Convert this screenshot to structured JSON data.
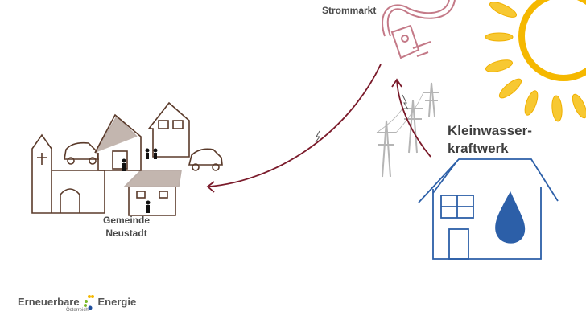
{
  "labels": {
    "strommarkt": "Strommarkt",
    "kraftwerk_line1": "Kleinwasser-",
    "kraftwerk_line2": "kraftwerk",
    "gemeinde_line1": "Gemeinde",
    "gemeinde_line2": "Neustadt"
  },
  "logo": {
    "word1": "Erneuerbare",
    "word2": "Energie",
    "sub": "Österreich"
  },
  "colors": {
    "arrow": "#7a1a2a",
    "sun": "#f5b800",
    "house": "#2c5fa8",
    "village": "#5a3a2a",
    "pylon": "#b5b5b5",
    "plug": "#c47a88"
  }
}
